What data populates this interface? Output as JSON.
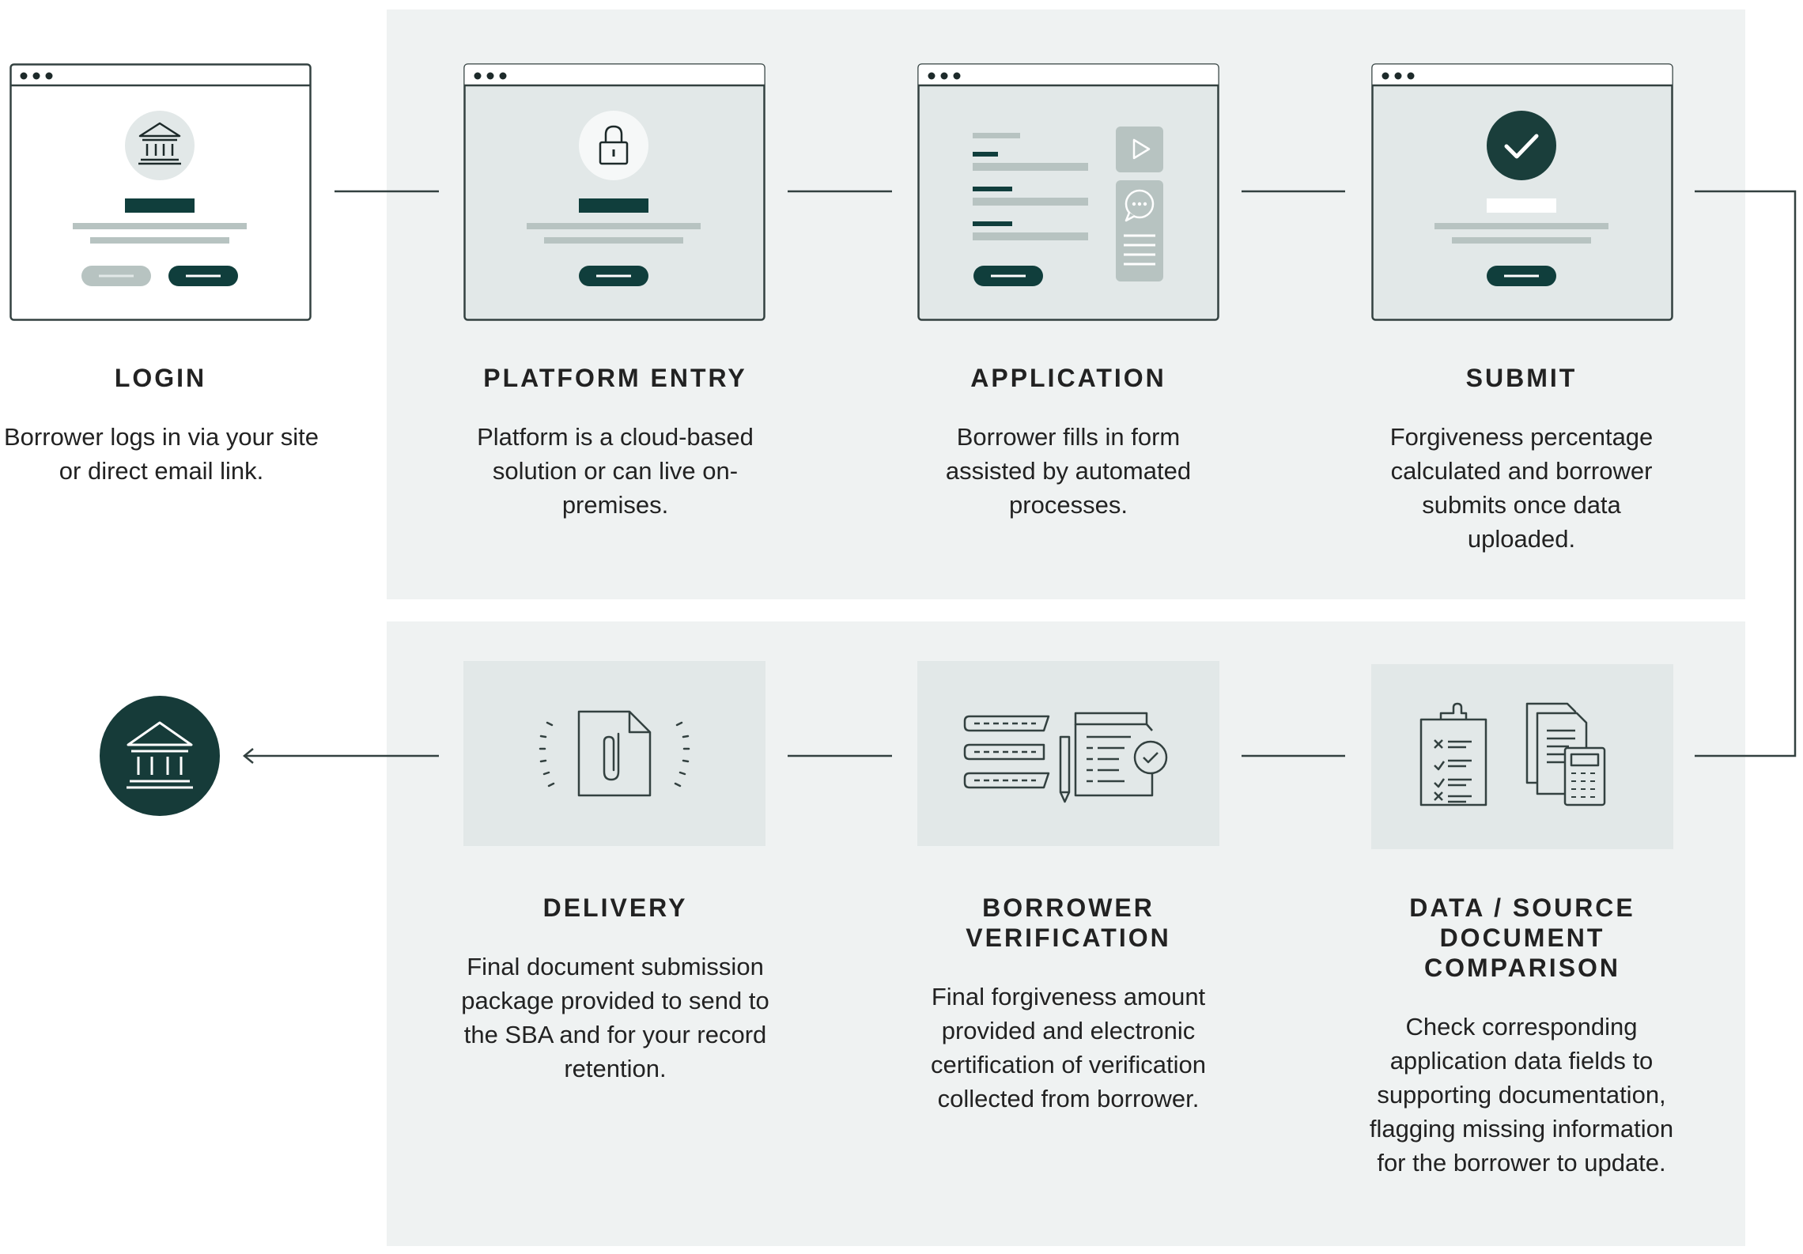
{
  "steps": {
    "login": {
      "title": "LOGIN",
      "desc": "Borrower logs in via your site or direct email link."
    },
    "platform_entry": {
      "title": "PLATFORM ENTRY",
      "desc": "Platform is a cloud-based solution or can live on-premises."
    },
    "application": {
      "title": "APPLICATION",
      "desc": "Borrower fills in form assisted by automated processes."
    },
    "submit": {
      "title": "SUBMIT",
      "desc": "Forgiveness percentage calculated and borrower submits once data uploaded."
    },
    "data_comparison": {
      "title": "DATA / SOURCE DOCUMENT COMPARISON",
      "desc": "Check corresponding application data fields to supporting documentation, flagging missing information for the borrower to update."
    },
    "borrower_verification": {
      "title": "BORROWER VERIFICATION",
      "desc": "Final forgiveness amount provided and electronic certification of verification collected from borrower."
    },
    "delivery": {
      "title": "DELIVERY",
      "desc": "Final document submission package provided to send to the SBA and for your record retention."
    }
  },
  "icons": {
    "login": "bank-icon",
    "platform_entry": "lock-icon",
    "application": "form-icon",
    "submit": "checkmark-icon",
    "data_comparison": "checklist-calculator-icon",
    "borrower_verification": "verification-document-icon",
    "delivery": "attachment-document-icon",
    "destination": "bank-icon"
  },
  "colors": {
    "panel": "#eff2f2",
    "card": "#e2e8e8",
    "accent": "#103e3c",
    "muted_bar": "#b7c3c1",
    "line": "#334140"
  }
}
